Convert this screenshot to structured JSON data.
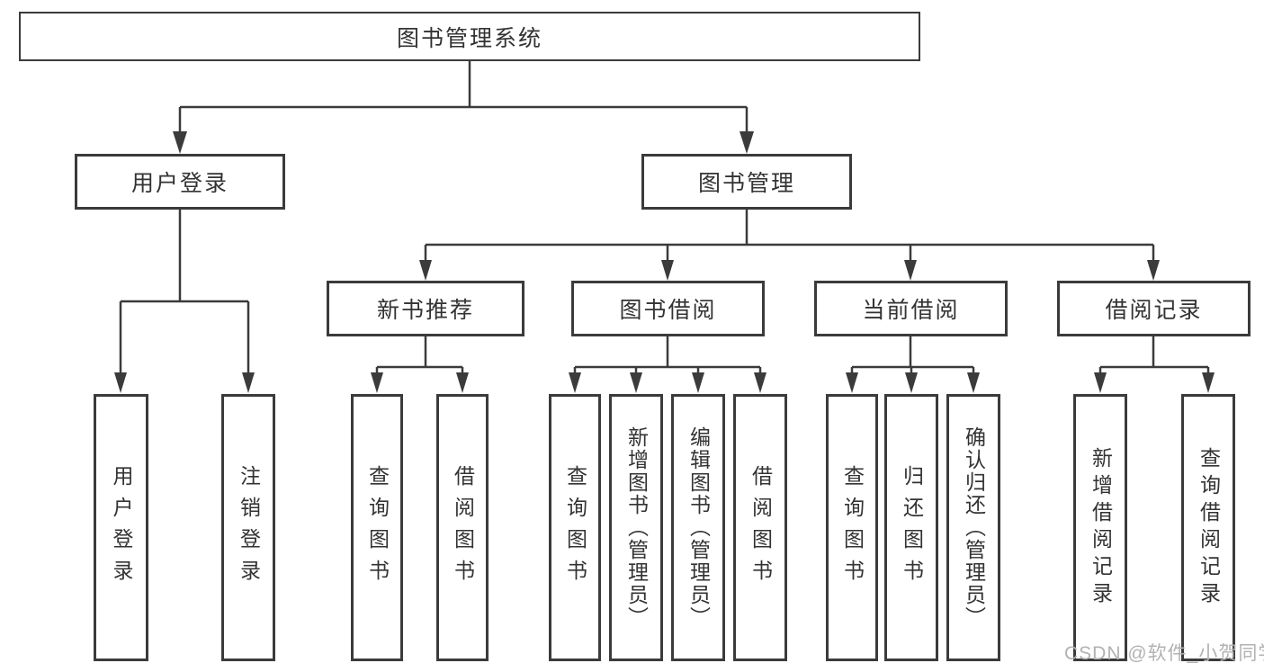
{
  "diagram": {
    "root": {
      "label": "图书管理系统"
    },
    "level2": [
      {
        "label": "用户登录"
      },
      {
        "label": "图书管理"
      }
    ],
    "level3": [
      {
        "label": "新书推荐"
      },
      {
        "label": "图书借阅"
      },
      {
        "label": "当前借阅"
      },
      {
        "label": "借阅记录"
      }
    ],
    "leaves": {
      "user": [
        "用户登录",
        "注销登录"
      ],
      "new_book": [
        "查询图书",
        "借阅图书"
      ],
      "book_borrow": [
        "查询图书",
        "新增图书（管理员）",
        "编辑图书（管理员）",
        "借阅图书"
      ],
      "current": [
        "查询图书",
        "归还图书",
        "确认归还（管理员）"
      ],
      "records": [
        "新增借阅记录",
        "查询借阅记录"
      ]
    }
  },
  "watermark": {
    "text": "CSDN @软件_小贺同学"
  },
  "colors": {
    "line": "#3b3b3b",
    "box_border": "#3b3b3b",
    "text": "#333333",
    "watermark": "#b2b2b2",
    "background": "#ffffff"
  }
}
